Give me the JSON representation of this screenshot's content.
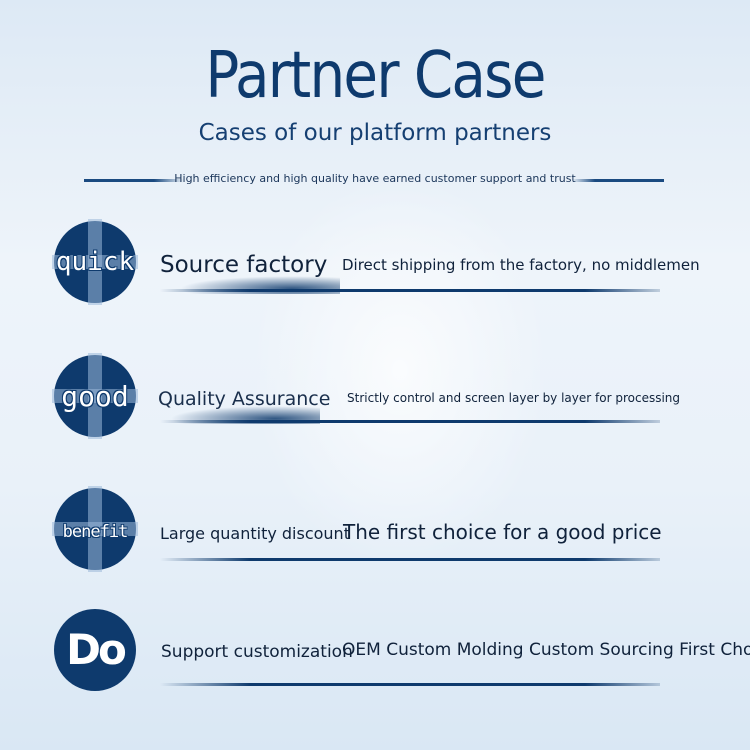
{
  "header": {
    "title": "Partner Case",
    "subtitle": "Cases of our platform partners",
    "tagline": "High efficiency and high quality have earned customer support and trust"
  },
  "colors": {
    "primary": "#0e3a6d",
    "text": "#10223b",
    "background": "#e6eff8"
  },
  "features": [
    {
      "badge": "quick",
      "heading": "Source factory",
      "description": "Direct shipping from the factory, no middlemen"
    },
    {
      "badge": "good",
      "heading": "Quality Assurance",
      "description": "Strictly control and screen layer by layer for processing"
    },
    {
      "badge": "benefit",
      "heading": "Large quantity discount",
      "description": "The first choice for a good price"
    },
    {
      "badge": "Do",
      "heading": "Support customization",
      "description": "OEM Custom Molding Custom Sourcing First Choice"
    }
  ]
}
